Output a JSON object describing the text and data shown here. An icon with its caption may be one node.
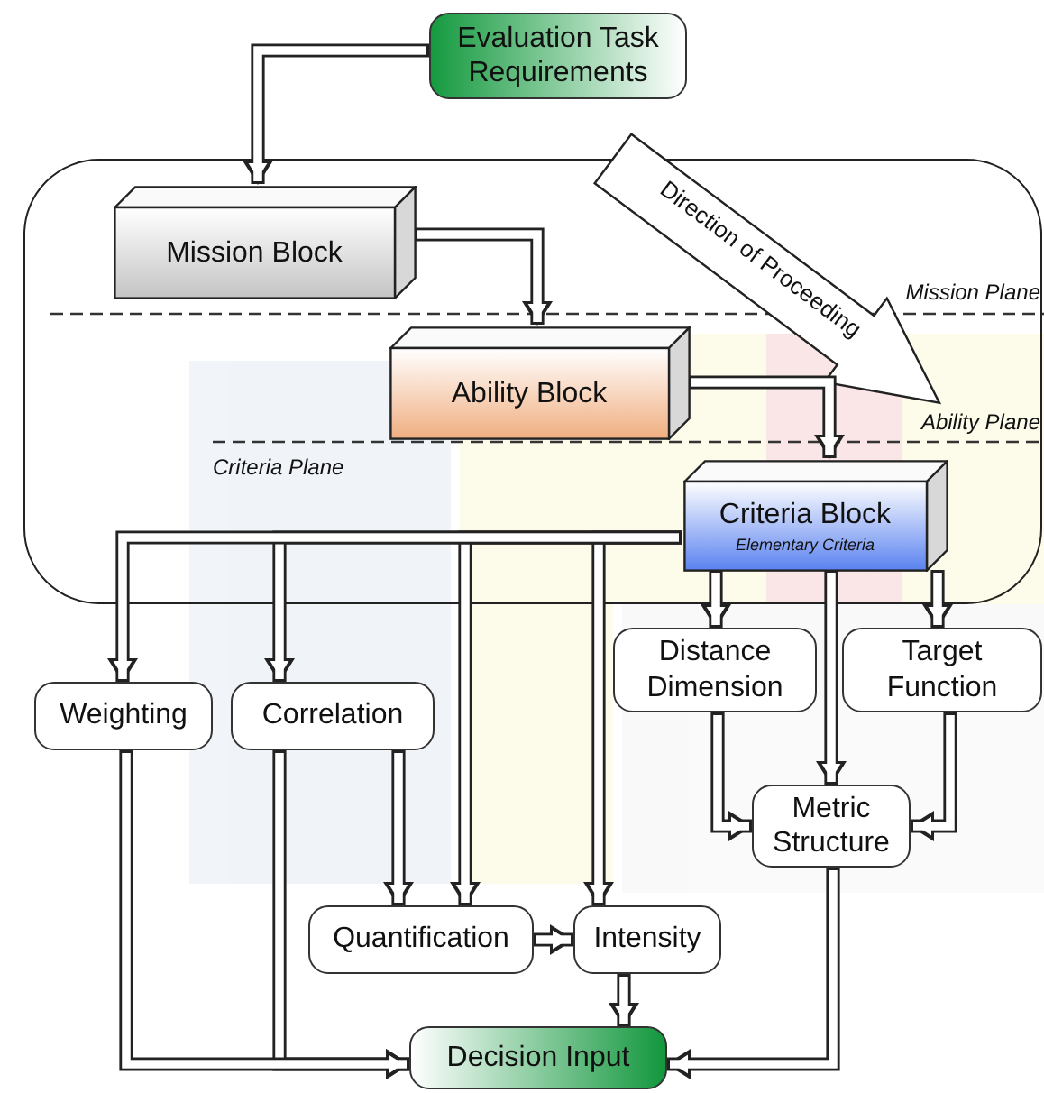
{
  "diagram": {
    "nodes": [
      {
        "text": [
          "Evaluation Task Requirements"
        ]
      },
      {
        "text": [],
        "shape": "box"
      },
      {
        "text": [
          "Mission Block"
        ],
        "in": 1
      },
      {
        "text": [
          "Ability Block"
        ],
        "in": 1
      },
      {
        "text": [
          "Criteria Block",
          "Elementary Criteria"
        ],
        "in": 1
      },
      {
        "text": [
          "Weighting"
        ]
      },
      {
        "text": [
          "Correlation"
        ]
      },
      {
        "text": [
          "Distance Dimension"
        ]
      },
      {
        "text": [
          "Target Function"
        ]
      },
      {
        "text": [
          "Metric Structure"
        ]
      },
      {
        "text": [
          "Quantification"
        ]
      },
      {
        "text": [
          "Intensity"
        ]
      },
      {
        "text": [
          "Decision Input"
        ]
      }
    ],
    "edges": [
      {
        "from": 0,
        "to": 2,
        "arrow": "to"
      },
      {
        "from": 2,
        "to": 3,
        "arrow": "to"
      },
      {
        "from": 3,
        "to": 4,
        "arrow": "to"
      },
      {
        "from": 4,
        "to": 5,
        "arrow": "to"
      },
      {
        "from": 4,
        "to": 6,
        "arrow": "to"
      },
      {
        "from": 4,
        "to": 10,
        "arrow": "to"
      },
      {
        "from": 4,
        "to": 11,
        "arrow": "to"
      },
      {
        "from": 4,
        "to": 7,
        "arrow": "to"
      },
      {
        "from": 4,
        "to": 9,
        "arrow": "to"
      },
      {
        "from": 4,
        "to": 8,
        "arrow": "to"
      },
      {
        "from": 7,
        "to": 9,
        "arrow": "to"
      },
      {
        "from": 8,
        "to": 9,
        "arrow": "to"
      },
      {
        "from": 6,
        "to": 10,
        "arrow": "to"
      },
      {
        "from": 10,
        "to": 11,
        "arrow": "to"
      },
      {
        "from": 11,
        "to": 12,
        "arrow": "to"
      },
      {
        "from": 5,
        "to": 12,
        "arrow": "to"
      },
      {
        "from": 6,
        "to": 12,
        "arrow": "to"
      },
      {
        "from": 9,
        "to": 12,
        "arrow": "to"
      }
    ],
    "labels": [
      "Mission Plane",
      "Ability Plane",
      "Criteria Plane",
      "Direction of Proceeding"
    ]
  }
}
